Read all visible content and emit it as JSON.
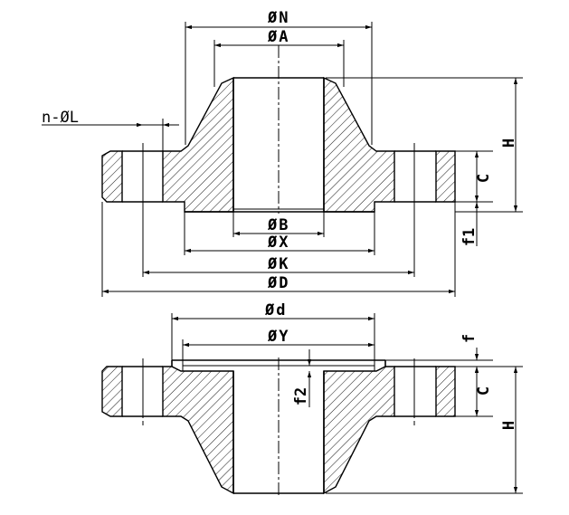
{
  "top_view": {
    "labels": {
      "N": "N",
      "A": "A",
      "B": "B",
      "X": "X",
      "K": "K",
      "D": "D",
      "H": "H",
      "C": "C",
      "f1": "f1",
      "bolt": "n-ØL"
    }
  },
  "bottom_view": {
    "labels": {
      "d": "d",
      "Y": "Y",
      "f": "f",
      "f2": "f2",
      "C": "C",
      "H": "H"
    }
  },
  "symbols": {
    "diameter": "Ø"
  }
}
